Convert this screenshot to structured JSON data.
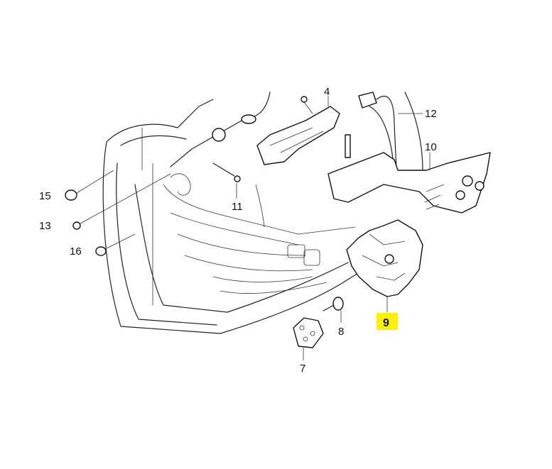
{
  "diagram": {
    "highlight_color": "#FFF200",
    "highlighted_part": "9",
    "callouts": [
      {
        "id": "4",
        "label": "4"
      },
      {
        "id": "12",
        "label": "12"
      },
      {
        "id": "10",
        "label": "10"
      },
      {
        "id": "15",
        "label": "15"
      },
      {
        "id": "13",
        "label": "13"
      },
      {
        "id": "16",
        "label": "16"
      },
      {
        "id": "11",
        "label": "11"
      },
      {
        "id": "9",
        "label": "9"
      },
      {
        "id": "8",
        "label": "8"
      },
      {
        "id": "7",
        "label": "7"
      }
    ]
  }
}
